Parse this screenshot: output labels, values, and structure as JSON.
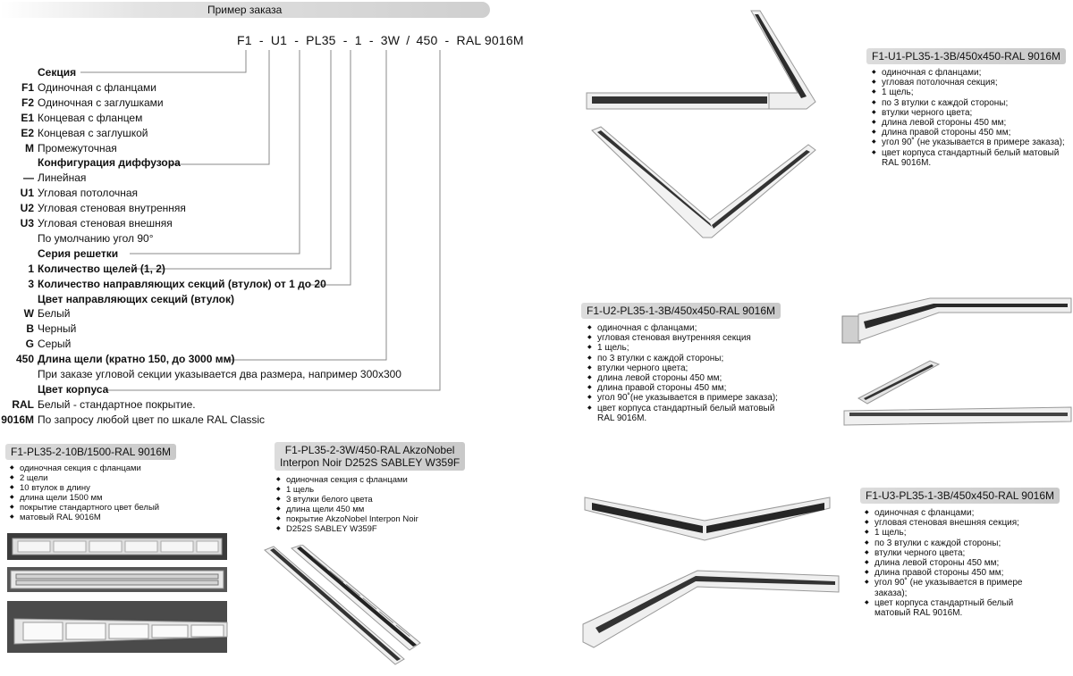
{
  "header": {
    "title": "Пример заказа"
  },
  "order_code": {
    "segments": [
      "F1",
      "-",
      "U1",
      "-",
      "PL35",
      "-",
      "1",
      "-",
      "3W",
      "/",
      "450",
      "-",
      "RAL 9016M"
    ]
  },
  "spec": [
    {
      "code": "",
      "text": "Секция",
      "head": true
    },
    {
      "code": "F1",
      "text": "Одиночная с фланцами"
    },
    {
      "code": "F2",
      "text": "Одиночная с заглушками"
    },
    {
      "code": "E1",
      "text": "Концевая с фланцем"
    },
    {
      "code": "E2",
      "text": "Концевая с заглушкой"
    },
    {
      "code": "M",
      "text": "Промежуточная"
    },
    {
      "code": "",
      "text": "Конфигурация диффузора",
      "head": true
    },
    {
      "code": "—",
      "text": "Линейная"
    },
    {
      "code": "U1",
      "text": "Угловая потолочная"
    },
    {
      "code": "U2",
      "text": "Угловая стеновая внутренняя"
    },
    {
      "code": "U3",
      "text": "Угловая стеновая внешняя"
    },
    {
      "code": "",
      "text": "По умолчанию угол 90°"
    },
    {
      "code": "",
      "text": "Серия решетки",
      "head": true
    },
    {
      "code": "1",
      "text": "Количество щелей (1, 2)",
      "head": true
    },
    {
      "code": "3",
      "text": "Количество направляющих секций (втулок) от 1 до 20",
      "head": true
    },
    {
      "code": "",
      "text": "Цвет направляющих секций (втулок)",
      "head": true
    },
    {
      "code": "W",
      "text": "Белый"
    },
    {
      "code": "B",
      "text": "Черный"
    },
    {
      "code": "G",
      "text": "Серый"
    },
    {
      "code": "450",
      "text": "Длина щели (кратно 150, до 3000 мм)",
      "head": true
    },
    {
      "code": "",
      "text": "При заказе угловой секции указывается два размера, например 300x300"
    },
    {
      "code": "",
      "text": "Цвет корпуса",
      "head": true
    },
    {
      "code": "RAL",
      "text": "Белый - стандартное покрытие."
    },
    {
      "code": "9016M",
      "text": "По запросу любой цвет по шкале RAL Classic"
    }
  ],
  "examples": {
    "ex1": {
      "title": "F1-PL35-2-10B/1500-RAL 9016M",
      "items": [
        "одиночная секция с фланцами",
        "2 щели",
        "10 втулок в длину",
        "длина щели 1500 мм",
        "покрытие стандартного цвет белый",
        "матовый RAL 9016M"
      ]
    },
    "ex2": {
      "title_line1": "F1-PL35-2-3W/450-RAL AkzoNobel",
      "title_line2": "Interpon Noir D252S SABLEY W359F",
      "items": [
        "одиночная секция с фланцами",
        "1 щель",
        "3 втулки белого цвета",
        "длина щели 450 мм",
        "покрытие AkzoNobel Interpon Noir",
        "D252S SABLEY W359F"
      ]
    },
    "u1": {
      "title": "F1-U1-PL35-1-3В/450x450-RAL 9016M",
      "items": [
        "одиночная с фланцами;",
        "угловая потолочная секция;",
        "1 щель;",
        "по 3 втулки с каждой стороны;",
        "втулки черного цвета;",
        "длина левой стороны 450 мм;",
        "длина правой стороны 450 мм;",
        "угол 90˚ (не указывается в примере заказа);",
        "цвет корпуса стандартный белый матовый",
        "RAL 9016M."
      ]
    },
    "u2": {
      "title": "F1-U2-PL35-1-3В/450x450-RAL 9016M",
      "items": [
        "одиночная с фланцами;",
        "угловая стеновая внутренняя секция",
        "1 щель;",
        "по 3 втулки с каждой стороны;",
        "втулки черного цвета;",
        "длина левой стороны 450 мм;",
        "длина правой стороны 450 мм;",
        "угол 90˚(не указывается в примере заказа);",
        "цвет корпуса стандартный белый матовый",
        "RAL 9016M."
      ]
    },
    "u3": {
      "title": "F1-U3-PL35-1-3В/450x450-RAL 9016M",
      "items": [
        "одиночная с фланцами;",
        "угловая стеновая внешняя секция;",
        "1 щель;",
        "по 3 втулки с каждой стороны;",
        "втулки черного цвета;",
        "длина левой стороны 450 мм;",
        "длина правой стороны 450 мм;",
        "угол 90˚ (не указывается в примере",
        "заказа);",
        "цвет корпуса стандартный белый",
        "матовый RAL 9016M."
      ]
    }
  },
  "colors": {
    "badge": "#d0d0d0",
    "line": "#8a8a8a",
    "housing": "#f2f2f2",
    "slot": "#222222"
  }
}
